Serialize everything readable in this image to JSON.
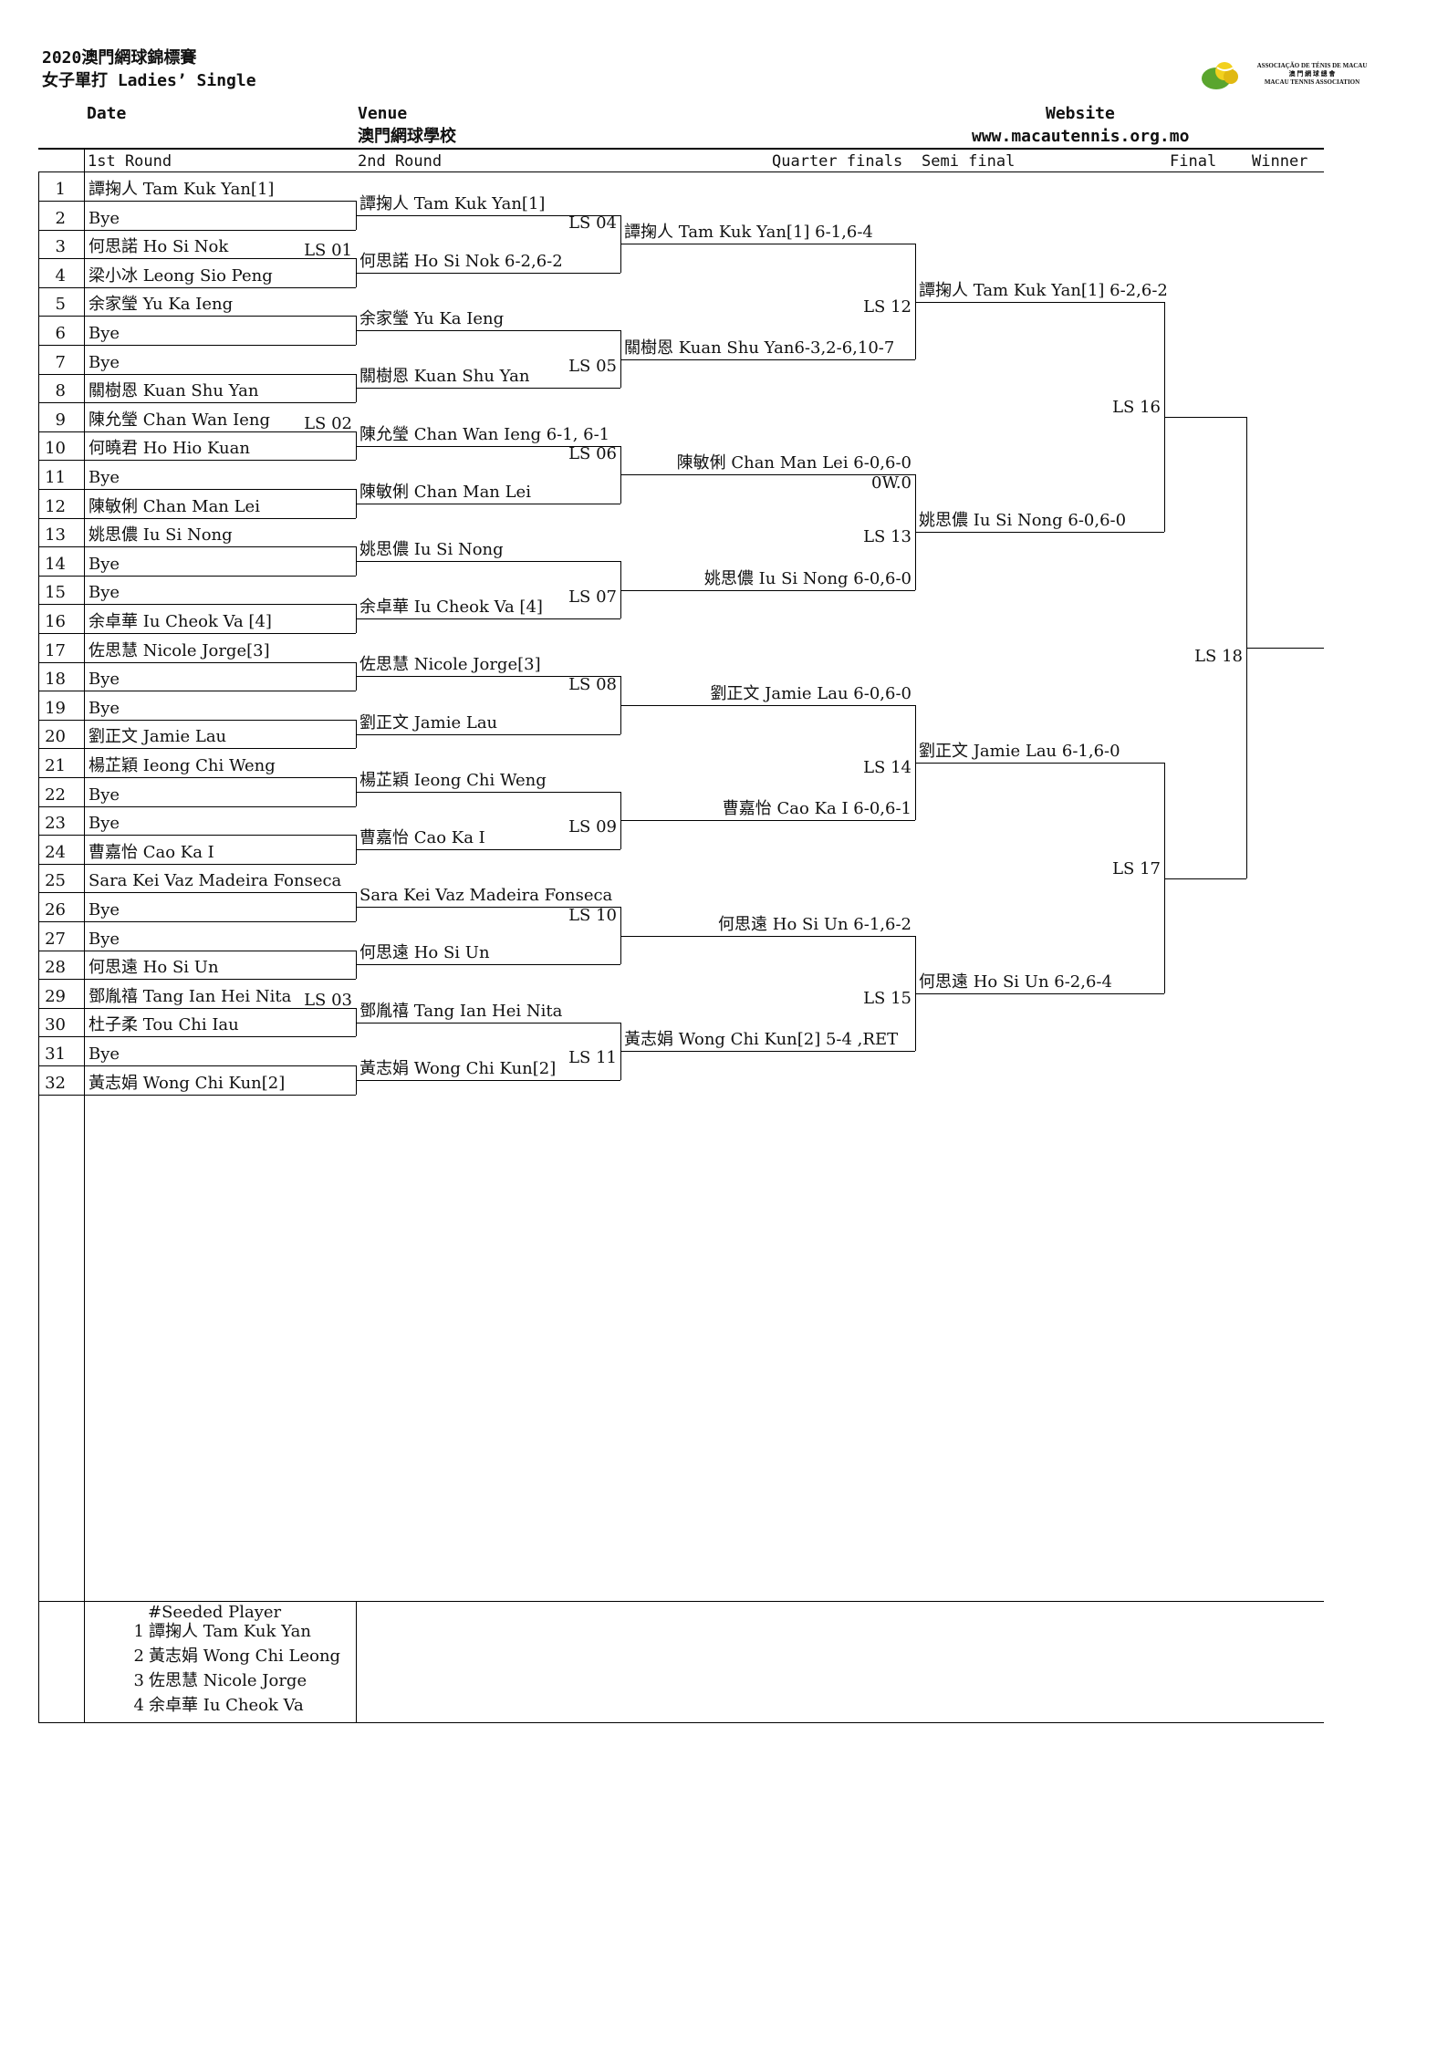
{
  "header": {
    "title": "2020澳門網球錦標賽",
    "subtitle": "女子單打 Ladies’ Single",
    "date_label": "Date",
    "venue_label": "Venue",
    "venue_value": "澳門網球學校",
    "website_label": "Website",
    "website_value": "www.macautennis.org.mo",
    "logo_text": [
      "ASSOCIAÇÃO DE TÉNIS DE MACAU",
      "澳 門 網 球 總 會",
      "MACAU TENNIS ASSOCIATION"
    ]
  },
  "rounds": {
    "r1": "1st Round",
    "r2": "2nd Round",
    "qf": "Quarter finals",
    "sf": "Semi final",
    "final": "Final",
    "winner": "Winner"
  },
  "draw": [
    {
      "num": "1",
      "name": "譚掬人 Tam Kuk Yan[1]"
    },
    {
      "num": "2",
      "name": "Bye"
    },
    {
      "num": "3",
      "name": "何思諾 Ho Si Nok"
    },
    {
      "num": "4",
      "name": "梁小冰 Leong Sio Peng"
    },
    {
      "num": "5",
      "name": "余家瑩 Yu Ka Ieng"
    },
    {
      "num": "6",
      "name": "Bye"
    },
    {
      "num": "7",
      "name": "Bye"
    },
    {
      "num": "8",
      "name": "關樹恩 Kuan Shu Yan"
    },
    {
      "num": "9",
      "name": "陳允瑩 Chan Wan Ieng"
    },
    {
      "num": "10",
      "name": "何曉君 Ho Hio Kuan"
    },
    {
      "num": "11",
      "name": "Bye"
    },
    {
      "num": "12",
      "name": "陳敏俐 Chan Man Lei"
    },
    {
      "num": "13",
      "name": "姚思儂 Iu Si Nong"
    },
    {
      "num": "14",
      "name": "Bye"
    },
    {
      "num": "15",
      "name": "Bye"
    },
    {
      "num": "16",
      "name": "余卓華 Iu Cheok Va [4]"
    },
    {
      "num": "17",
      "name": "佐思慧 Nicole Jorge[3]"
    },
    {
      "num": "18",
      "name": "Bye"
    },
    {
      "num": "19",
      "name": "Bye"
    },
    {
      "num": "20",
      "name": "劉正文 Jamie Lau"
    },
    {
      "num": "21",
      "name": "楊芷穎 Ieong Chi Weng"
    },
    {
      "num": "22",
      "name": "Bye"
    },
    {
      "num": "23",
      "name": "Bye"
    },
    {
      "num": "24",
      "name": "曹嘉怡 Cao Ka I"
    },
    {
      "num": "25",
      "name": "Sara Kei Vaz Madeira Fonseca"
    },
    {
      "num": "26",
      "name": "Bye"
    },
    {
      "num": "27",
      "name": "Bye"
    },
    {
      "num": "28",
      "name": "何思遠 Ho Si Un"
    },
    {
      "num": "29",
      "name": "鄧胤禧 Tang Ian Hei Nita"
    },
    {
      "num": "30",
      "name": "杜子柔 Tou Chi Iau"
    },
    {
      "num": "31",
      "name": "Bye"
    },
    {
      "num": "32",
      "name": "黃志娟 Wong Chi Kun[2]"
    }
  ],
  "round2": [
    "譚掬人 Tam Kuk Yan[1]",
    "何思諾 Ho Si Nok 6-2,6-2",
    "余家瑩 Yu Ka Ieng",
    "關樹恩 Kuan Shu Yan",
    "陳允瑩 Chan Wan Ieng 6-1, 6-1",
    "陳敏俐 Chan Man Lei",
    "姚思儂 Iu Si Nong",
    "余卓華 Iu Cheok Va [4]",
    "佐思慧 Nicole Jorge[3]",
    "劉正文 Jamie Lau",
    "楊芷穎 Ieong Chi Weng",
    "曹嘉怡 Cao Ka I",
    "Sara Kei Vaz Madeira Fonseca",
    "何思遠 Ho Si Un",
    "鄧胤禧 Tang Ian Hei Nita",
    "黃志娟 Wong Chi Kun[2]"
  ],
  "quarterfinals": [
    "譚掬人 Tam Kuk Yan[1] 6-1,6-4",
    "關樹恩 Kuan Shu Yan6-3,2-6,10-7",
    "陳敏俐 Chan Man Lei 6-0,6-0",
    "0W.0",
    "姚思儂 Iu Si Nong 6-0,6-0",
    "劉正文 Jamie Lau 6-0,6-0",
    "曹嘉怡 Cao Ka I 6-0,6-1",
    "何思遠 Ho Si Un 6-1,6-2",
    "黃志娟 Wong Chi Kun[2] 5-4 ,RET"
  ],
  "semifinals": [
    "譚掬人 Tam Kuk Yan[1] 6-2,6-2",
    "姚思儂 Iu Si Nong 6-0,6-0",
    "劉正文 Jamie Lau 6-1,6-0",
    "何思遠 Ho Si Un 6-2,6-4"
  ],
  "match_codes": [
    "LS 01",
    "LS 02",
    "LS 03",
    "LS 04",
    "LS 05",
    "LS 06",
    "LS 07",
    "LS 08",
    "LS 09",
    "LS 10",
    "LS 11",
    "LS 12",
    "LS 13",
    "LS 14",
    "LS 15",
    "LS 16",
    "LS 17",
    "LS 18"
  ],
  "seeds": {
    "title": "#Seeded Player",
    "players": [
      {
        "num": "1",
        "name": "譚掬人 Tam Kuk Yan"
      },
      {
        "num": "2",
        "name": "黃志娟 Wong Chi Leong"
      },
      {
        "num": "3",
        "name": "佐思慧 Nicole Jorge"
      },
      {
        "num": "4",
        "name": "余卓華 Iu Cheok Va"
      }
    ]
  }
}
